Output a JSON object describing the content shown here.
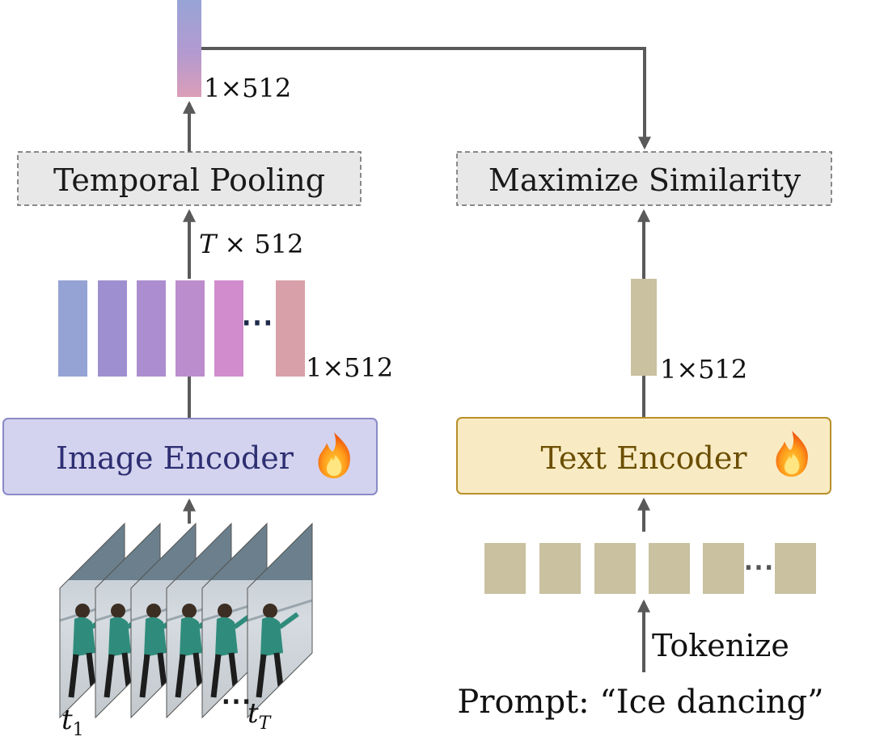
{
  "nodes": {
    "temporal_pooling": "Temporal Pooling",
    "maximize_similarity": "Maximize Similarity",
    "image_encoder": "Image Encoder",
    "text_encoder": "Text Encoder"
  },
  "labels": {
    "pooled_dim": "1×512",
    "frame_feat_dim_prefix": "T",
    "frame_feat_dim_suffix": "× 512",
    "frame_vec_dim": "1×512",
    "text_vec_dim": "1×512",
    "tokenize": "Tokenize",
    "prompt": "Prompt: “Ice dancing”",
    "frame_first": "t",
    "frame_first_sub": "1",
    "frame_last": "t",
    "frame_last_sub": "T",
    "ellipsis": "⋯"
  },
  "colors": {
    "image_encoder_fill": "#d3d3ef",
    "image_encoder_stroke": "#8a8ac8",
    "image_encoder_text": "#2e2e72",
    "text_encoder_fill": "#f8ebc4",
    "text_encoder_stroke": "#b8902a",
    "text_encoder_text": "#6b4e00",
    "feature_gradient": [
      "#94a2d4",
      "#9e90d0",
      "#b08fd0",
      "#c08ccc",
      "#d08ccc",
      "#d8a0a8"
    ],
    "token_fill": "#c9c19f"
  },
  "icons": {
    "image_encoder_trainable": "fire-icon",
    "text_encoder_trainable": "fire-icon"
  }
}
